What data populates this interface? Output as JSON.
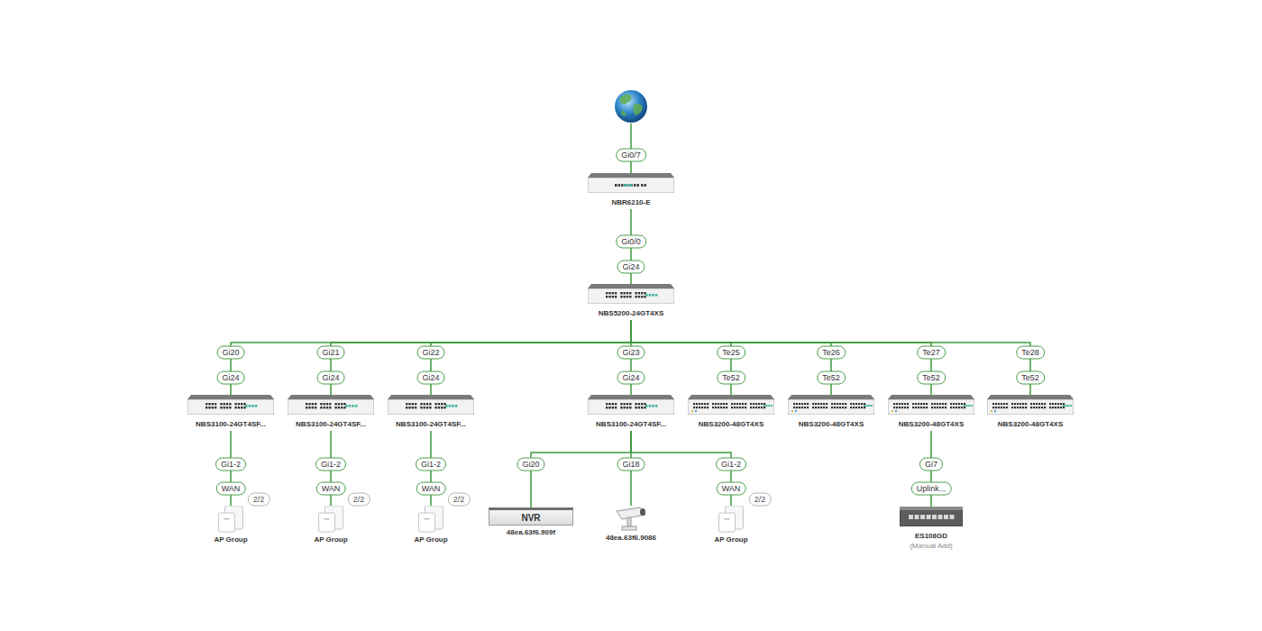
{
  "diagram": {
    "nodes": [
      {
        "text": [
          "NBR6210-E"
        ]
      },
      {
        "text": [
          "NBS5200-24GT4XS"
        ]
      },
      {
        "text": [
          "NBS3100-24GT4SF..."
        ]
      },
      {
        "text": [
          "NBS3100-24GT4SF..."
        ]
      },
      {
        "text": [
          "NBS3100-24GT4SF..."
        ]
      },
      {
        "text": [
          "NBS3100-24GT4SF..."
        ]
      },
      {
        "text": [
          "NBS3200-48GT4XS"
        ]
      },
      {
        "text": [
          "NBS3200-48GT4XS"
        ]
      },
      {
        "text": [
          "NBS3200-48GT4XS"
        ]
      },
      {
        "text": [
          "NBS3200-48GT4XS"
        ]
      },
      {
        "text": [
          "AP Group"
        ]
      },
      {
        "text": [
          "AP Group"
        ]
      },
      {
        "text": [
          "AP Group"
        ]
      },
      {
        "text": [
          "NVR",
          "48ea.63f6.909f"
        ]
      },
      {
        "text": [
          "48ea.63f6.9086"
        ]
      },
      {
        "text": [
          "AP Group"
        ]
      },
      {
        "text": [
          "ES108GD",
          "(Manual Add)"
        ]
      }
    ],
    "edges": [
      {
        "from": 0,
        "to": 1,
        "arrow": "none"
      },
      {
        "from": 1,
        "to": 2,
        "arrow": "none"
      },
      {
        "from": 1,
        "to": 3,
        "arrow": "none"
      },
      {
        "from": 1,
        "to": 4,
        "arrow": "none"
      },
      {
        "from": 1,
        "to": 5,
        "arrow": "none"
      },
      {
        "from": 1,
        "to": 6,
        "arrow": "none"
      },
      {
        "from": 1,
        "to": 7,
        "arrow": "none"
      },
      {
        "from": 1,
        "to": 8,
        "arrow": "none"
      },
      {
        "from": 1,
        "to": 9,
        "arrow": "none"
      },
      {
        "from": 2,
        "to": 10,
        "arrow": "none"
      },
      {
        "from": 3,
        "to": 11,
        "arrow": "none"
      },
      {
        "from": 4,
        "to": 12,
        "arrow": "none"
      },
      {
        "from": 5,
        "to": 13,
        "arrow": "none"
      },
      {
        "from": 5,
        "to": 14,
        "arrow": "none"
      },
      {
        "from": 5,
        "to": 15,
        "arrow": "none"
      },
      {
        "from": 8,
        "to": 16,
        "arrow": "none"
      }
    ],
    "labels": [
      "Gi0/7",
      "Gi0/0",
      "Gi24",
      "Gi20",
      "Gi24",
      "Gi21",
      "Gi24",
      "Gi22",
      "Gi24",
      "Gi23",
      "Gi24",
      "Te25",
      "Te52",
      "Te26",
      "Te52",
      "Te27",
      "Te52",
      "Te28",
      "Te52",
      "Gi1-2",
      "WAN",
      "2/2",
      "Gi1-2",
      "WAN",
      "2/2",
      "Gi1-2",
      "WAN",
      "2/2",
      "Gi20",
      "Gi18",
      "Gi1-2",
      "WAN",
      "2/2",
      "Gi7",
      "Uplink..."
    ]
  }
}
